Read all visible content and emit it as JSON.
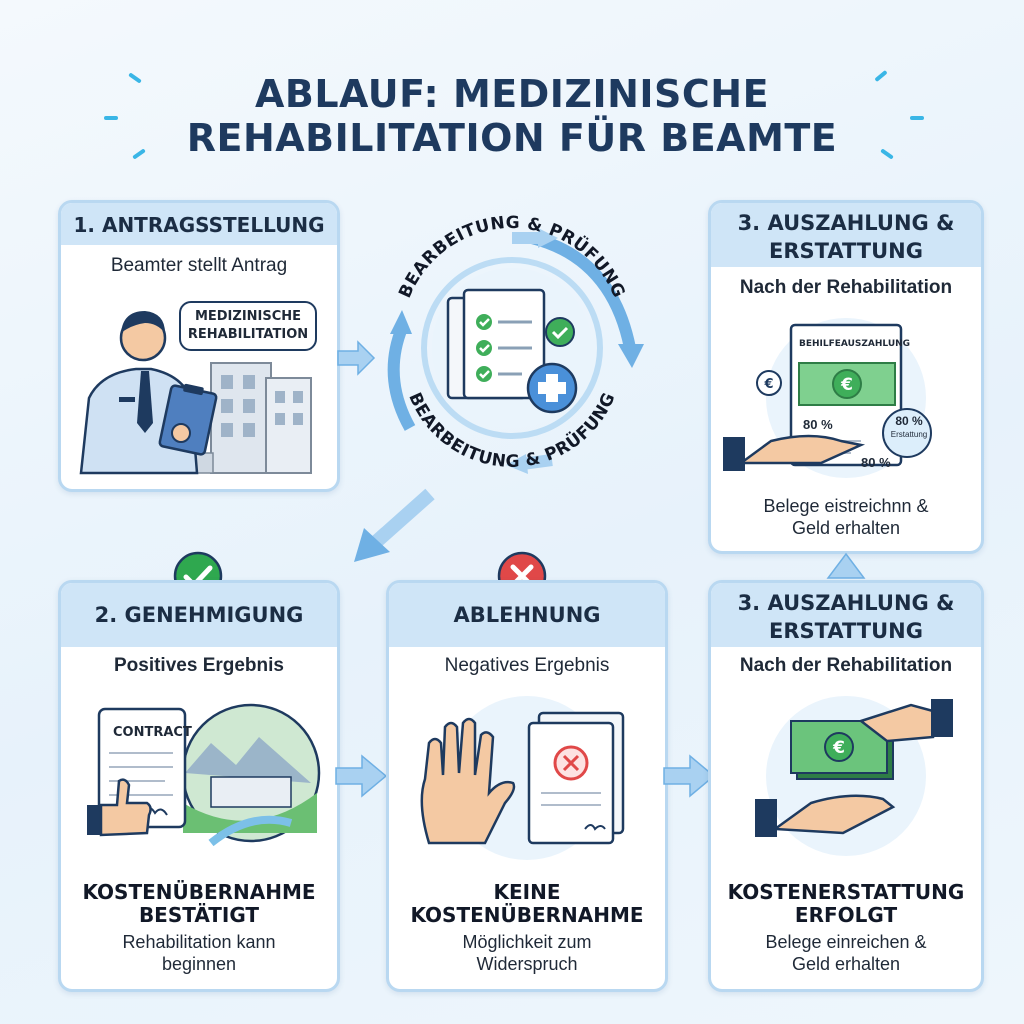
{
  "title": {
    "line1": "ABLAUF: MEDIZINISCHE",
    "line2": "REHABILITATION FÜR BEAMTE"
  },
  "step1": {
    "heading": "1. ANTRAGSSTELLUNG",
    "subtitle": "Beamter stellt Antrag",
    "speech_bubble": {
      "line1": "MEDIZINISCHE",
      "line2": "REHABILITATION"
    }
  },
  "review": {
    "label_top": "BEARBEITUNG & PRÜFUNG",
    "label_bottom": "BEARBEITUNG & PRÜFUNG"
  },
  "step3_top": {
    "heading_line1": "3. AUSZAHLUNG &",
    "heading_line2": "ERSTATTUNG",
    "subtitle": "Nach der Rehabilitation",
    "document_title": "BEHILFEAUSZAHLUNG",
    "percent_1": "80 %",
    "percent_2": "80 %",
    "badge_percent": "80 %",
    "badge_label": "Erstattung",
    "footer_line1": "Belege eistreichnn &",
    "footer_line2": "Geld erhalten"
  },
  "step2": {
    "heading": "2. GENEHMIGUNG",
    "subtitle": "Positives Ergebnis",
    "contract_label": "CONTRACT",
    "result_line1": "KOSTENÜBERNAHME",
    "result_line2": "BESTÄTIGT",
    "note_line1": "Rehabilitation kann",
    "note_line2": "beginnen"
  },
  "rejection": {
    "heading": "ABLEHNUNG",
    "subtitle": "Negatives Ergebnis",
    "result_line1": "KEINE",
    "result_line2": "KOSTENÜBERNAHME",
    "note_line1": "Möglichkeit zum",
    "note_line2": "Widerspruch"
  },
  "step3_bottom": {
    "heading_line1": "3. AUSZAHLUNG &",
    "heading_line2": "ERSTATTUNG",
    "subtitle": "Nach der Rehabilitation",
    "result_line1": "KOSTENERSTATTUNG",
    "result_line2": "ERFOLGT",
    "note_line1": "Belege einreichen &",
    "note_line2": "Geld erhalten"
  },
  "colors": {
    "accent": "#4a90d9",
    "header_bg": "#cfe5f7",
    "approve": "#2fa84f",
    "reject": "#e04848",
    "money": "#3fae5a"
  }
}
